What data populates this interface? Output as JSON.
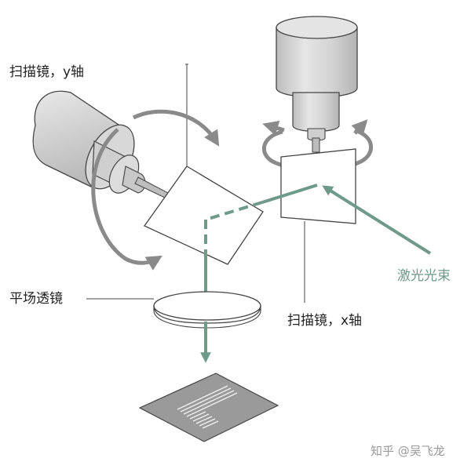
{
  "labels": {
    "mirror_y": "扫描镜，y轴",
    "mirror_x": "扫描镜，x轴",
    "lens": "平场透镜",
    "laser": "激光光束"
  },
  "watermark": "知乎 @吴飞龙",
  "colors": {
    "beam": "#6f9a8a",
    "rotation_arrow": "#8a8a8a",
    "outline": "#444444",
    "motor_body": "#d6d6d6",
    "work_surface": "#9a9a9a"
  },
  "icons": {
    "watermark_logo": "zhihu-logo"
  }
}
